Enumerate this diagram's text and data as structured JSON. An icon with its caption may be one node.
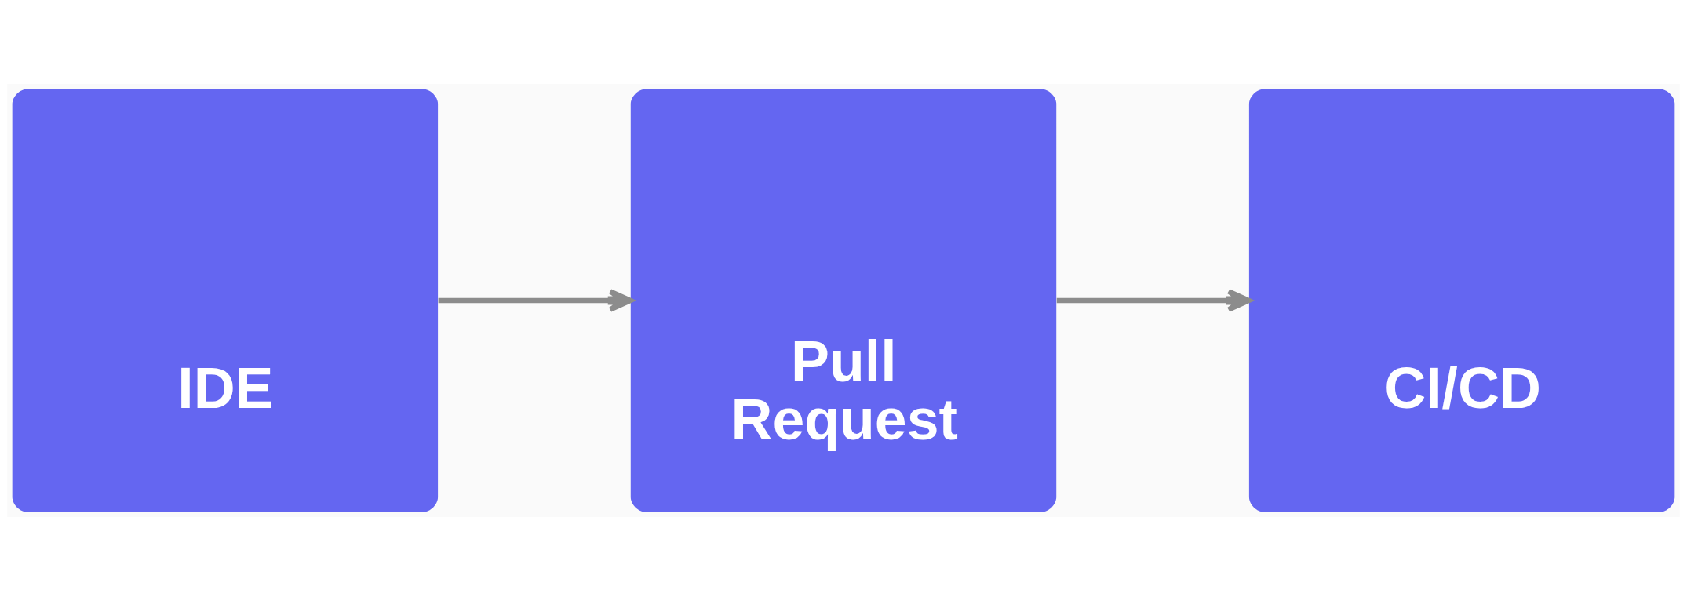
{
  "diagram": {
    "nodes": [
      {
        "text": [
          "IDE"
        ]
      },
      {
        "text": [
          "Pull Request"
        ]
      },
      {
        "text": [
          "CI/CD"
        ]
      }
    ],
    "edges": [
      {
        "from": 0,
        "to": 1,
        "arrow": "to"
      },
      {
        "from": 1,
        "to": 2,
        "arrow": "to"
      }
    ]
  }
}
